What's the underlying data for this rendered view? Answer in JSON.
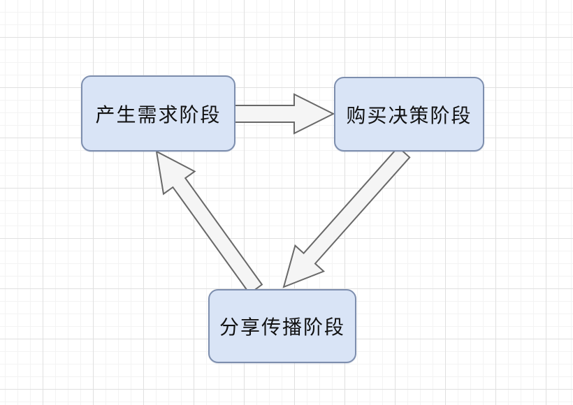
{
  "diagram": {
    "title": "customer-journey-cycle",
    "nodes": [
      {
        "id": "demand",
        "label": "产生需求阶段"
      },
      {
        "id": "purchase",
        "label": "购买决策阶段"
      },
      {
        "id": "share",
        "label": "分享传播阶段"
      }
    ],
    "edges": [
      {
        "from": "产生需求阶段",
        "to": "购买决策阶段",
        "style": "block-arrow"
      },
      {
        "from": "购买决策阶段",
        "to": "分享传播阶段",
        "style": "block-arrow"
      },
      {
        "from": "分享传播阶段",
        "to": "产生需求阶段",
        "style": "block-arrow"
      }
    ],
    "colors": {
      "node_fill": "#d9e4f6",
      "node_border": "#7d8eae",
      "arrow_fill": "#f5f5f5",
      "arrow_border": "#686868",
      "grid_minor": "#f3f3f3",
      "grid_major": "#e0e0e0",
      "text_color": "#111111"
    }
  }
}
